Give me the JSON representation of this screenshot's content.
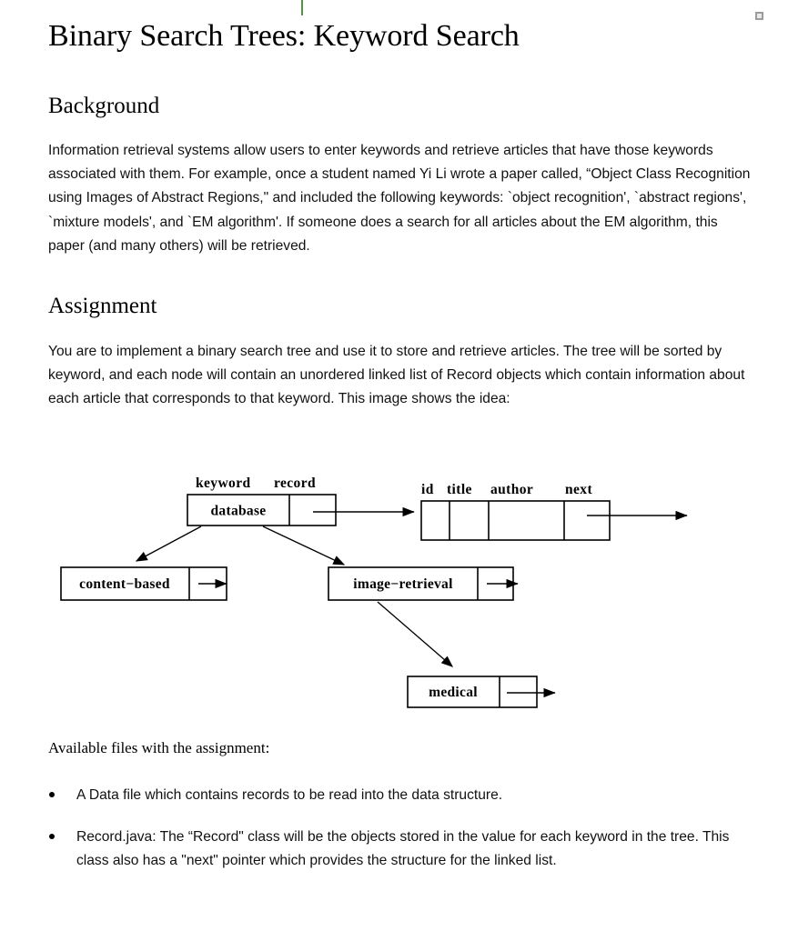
{
  "document": {
    "title": "Binary Search Trees: Keyword Search",
    "sections": [
      {
        "heading": "Background",
        "paragraph": "Information retrieval systems allow users to enter keywords and retrieve articles that have those keywords associated with them. For example, once a student named Yi Li wrote a paper called, “Object Class Recognition using Images of Abstract Regions,\" and included the following keywords: `object recognition', `abstract regions', `mixture models', and `EM algorithm'. If someone does a search for all articles about the EM algorithm, this paper (and many others) will be retrieved."
      },
      {
        "heading": "Assignment",
        "paragraph": "You are to implement a binary search tree and use it to store and retrieve articles. The tree will be sorted by keyword, and each node will contain an unordered linked list of Record objects which contain information about each article that corresponds to that keyword. This image shows the idea:"
      }
    ],
    "files_intro": "Available files with the assignment:",
    "files": [
      "A Data file which contains records to be read into the data structure.",
      "Record.java: The “Record\" class will be the objects stored in the value for each keyword in the tree. This class also has a \"next\" pointer which provides the structure for the linked list."
    ]
  },
  "diagram": {
    "column_headers": {
      "keyword": "keyword",
      "record": "record"
    },
    "record_headers": [
      "id",
      "title",
      "author",
      "next"
    ],
    "tree_nodes": [
      {
        "keyword": "database"
      },
      {
        "keyword": "content−based"
      },
      {
        "keyword": "image−retrieval"
      },
      {
        "keyword": "medical"
      }
    ]
  },
  "colors": {
    "ink": "#000000",
    "green_mark": "#4e9a3a",
    "corner_mark": "#9b9b9b"
  }
}
